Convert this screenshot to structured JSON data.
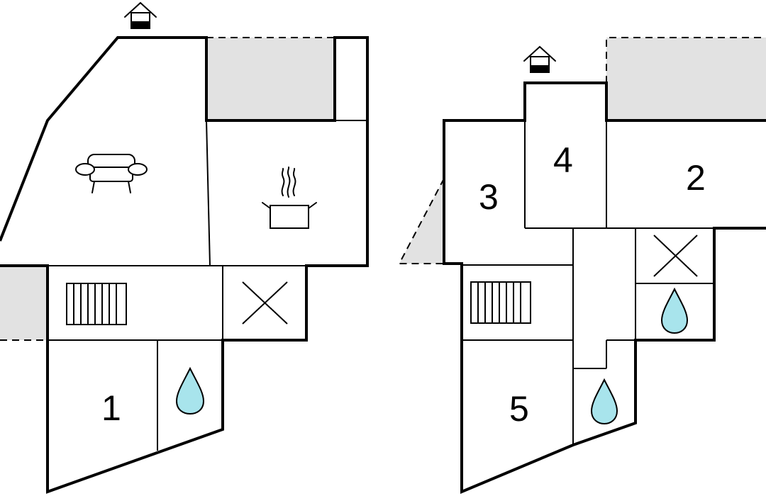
{
  "colors": {
    "terrace": "#e2e2e2",
    "water": "#a8e4ec",
    "walls": "#000000",
    "background": "#ffffff"
  },
  "floor_left": {
    "rooms": [
      {
        "label": "1",
        "type": "bedroom"
      }
    ],
    "icons": [
      "entrance-icon",
      "sofa-icon",
      "cooking-pot-icon",
      "stairs-icon",
      "cross-icon",
      "water-drop-icon"
    ]
  },
  "floor_right": {
    "rooms": [
      {
        "label": "2",
        "type": "bedroom"
      },
      {
        "label": "3",
        "type": "bedroom"
      },
      {
        "label": "4",
        "type": "bedroom"
      },
      {
        "label": "5",
        "type": "bedroom"
      }
    ],
    "icons": [
      "entrance-icon",
      "stairs-icon",
      "cross-icon",
      "water-drop-icon",
      "water-drop-icon"
    ]
  }
}
